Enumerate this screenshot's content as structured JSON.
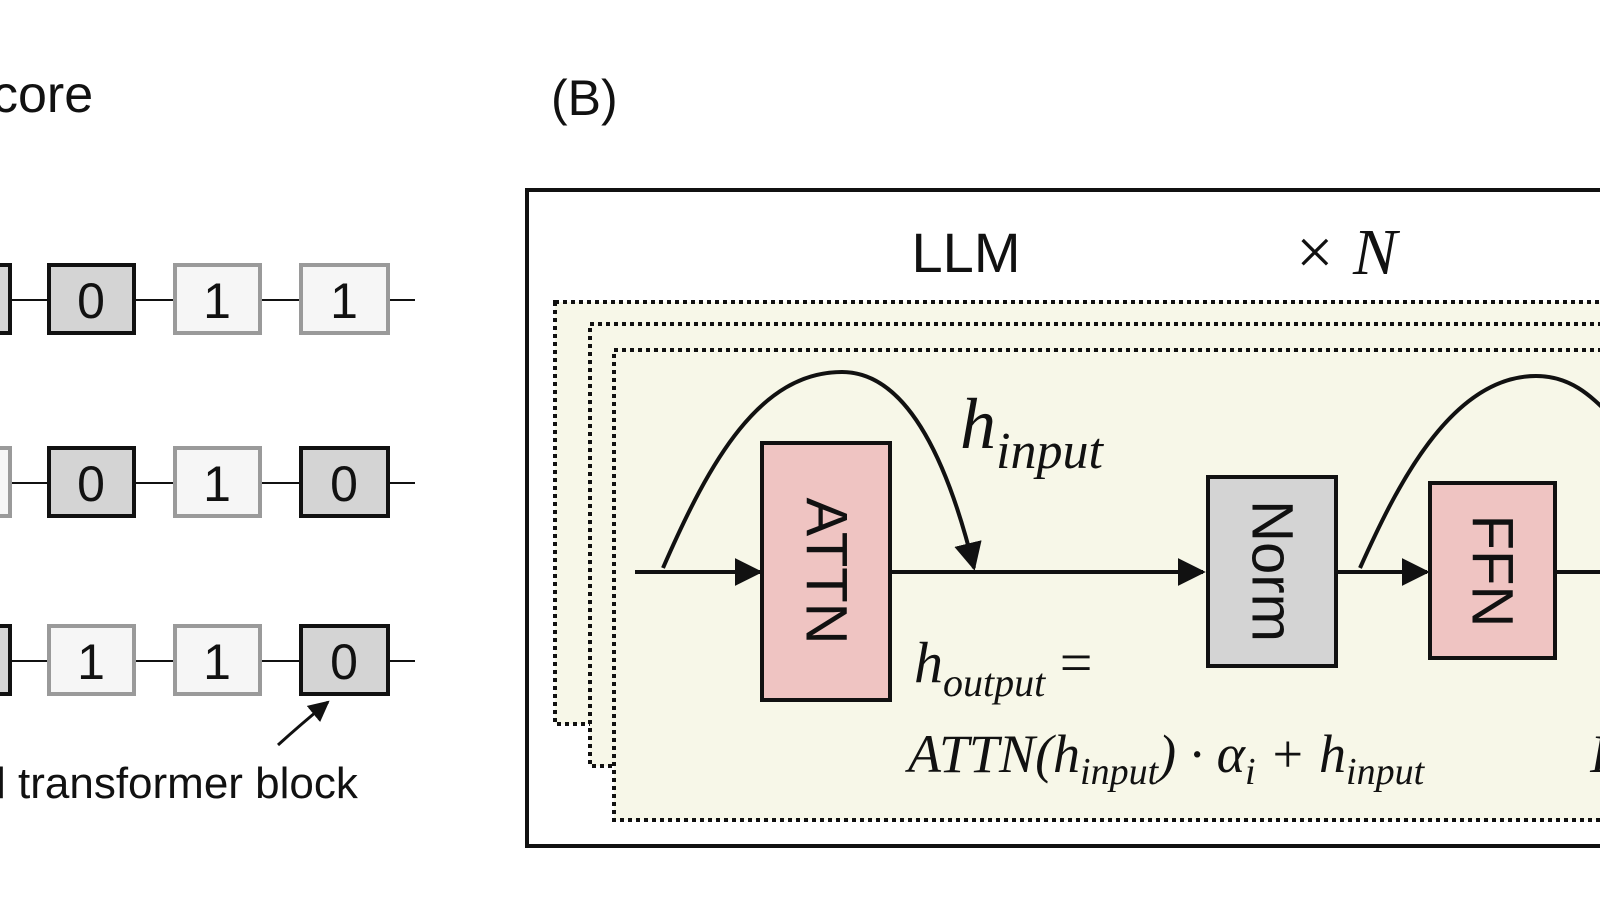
{
  "panel_a": {
    "title_fragment": "core",
    "rows": [
      {
        "cells": [
          "",
          "0",
          "1",
          "1"
        ],
        "first_cell_style": "dark"
      },
      {
        "cells": [
          "",
          "0",
          "1",
          "0"
        ],
        "first_cell_style": "light"
      },
      {
        "cells": [
          "",
          "1",
          "1",
          "0"
        ],
        "first_cell_style": "dark"
      }
    ],
    "annotation": "l transformer block",
    "colors": {
      "dark_fill": "#d4d4d4",
      "dark_stroke": "#111111",
      "light_fill": "#f6f6f6",
      "light_stroke": "#9a9a9a"
    }
  },
  "panel_b": {
    "label": "(B)",
    "llm_label": "LLM",
    "repeat_label": "× N",
    "blocks": {
      "attn": "ATTN",
      "norm": "Norm",
      "ffn": "FFN"
    },
    "h_input": {
      "base": "h",
      "sub": "input"
    },
    "equation": {
      "line1_base": "h",
      "line1_sub": "output",
      "line1_eq": " =",
      "line2_fn": "ATTN(h",
      "line2_sub1": "input",
      "line2_mid": ") · α",
      "line2_sub2": "i",
      "line2_plus": " + h",
      "line2_sub3": "input"
    },
    "colors": {
      "layer_fill": "#f7f7e8",
      "attn_fill": "#efc4c2",
      "ffn_fill": "#efc4c2",
      "norm_fill": "#d4d4d4"
    }
  }
}
